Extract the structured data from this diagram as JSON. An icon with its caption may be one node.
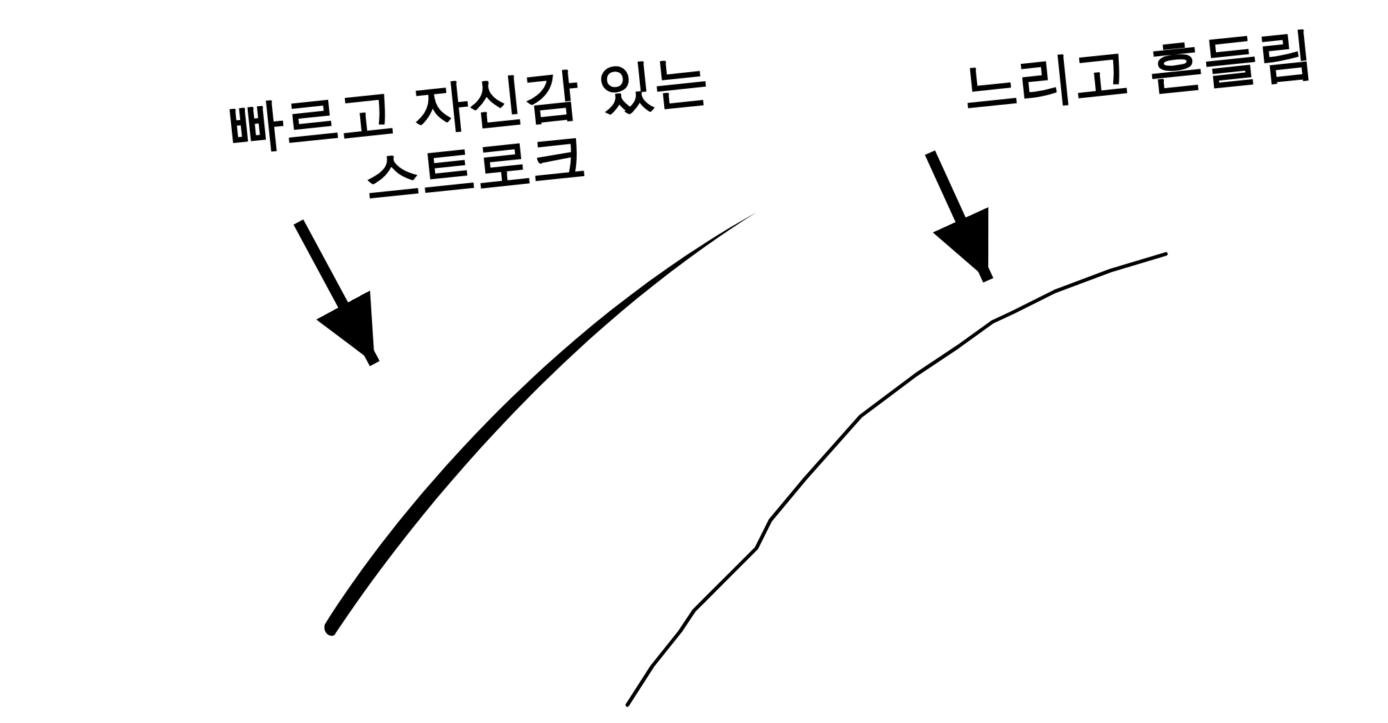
{
  "diagram": {
    "nodes": [
      {
        "text": [
          "빠르고 자신감 있는 스트로크"
        ]
      },
      {
        "text": [
          "느리고 흔들림"
        ]
      },
      {
        "text": [],
        "shape": "line"
      },
      {
        "text": [],
        "shape": "line"
      }
    ],
    "edges": [
      {
        "from": 0,
        "to": 2,
        "arrow": "to"
      },
      {
        "from": 1,
        "to": 3,
        "arrow": "to"
      }
    ]
  }
}
